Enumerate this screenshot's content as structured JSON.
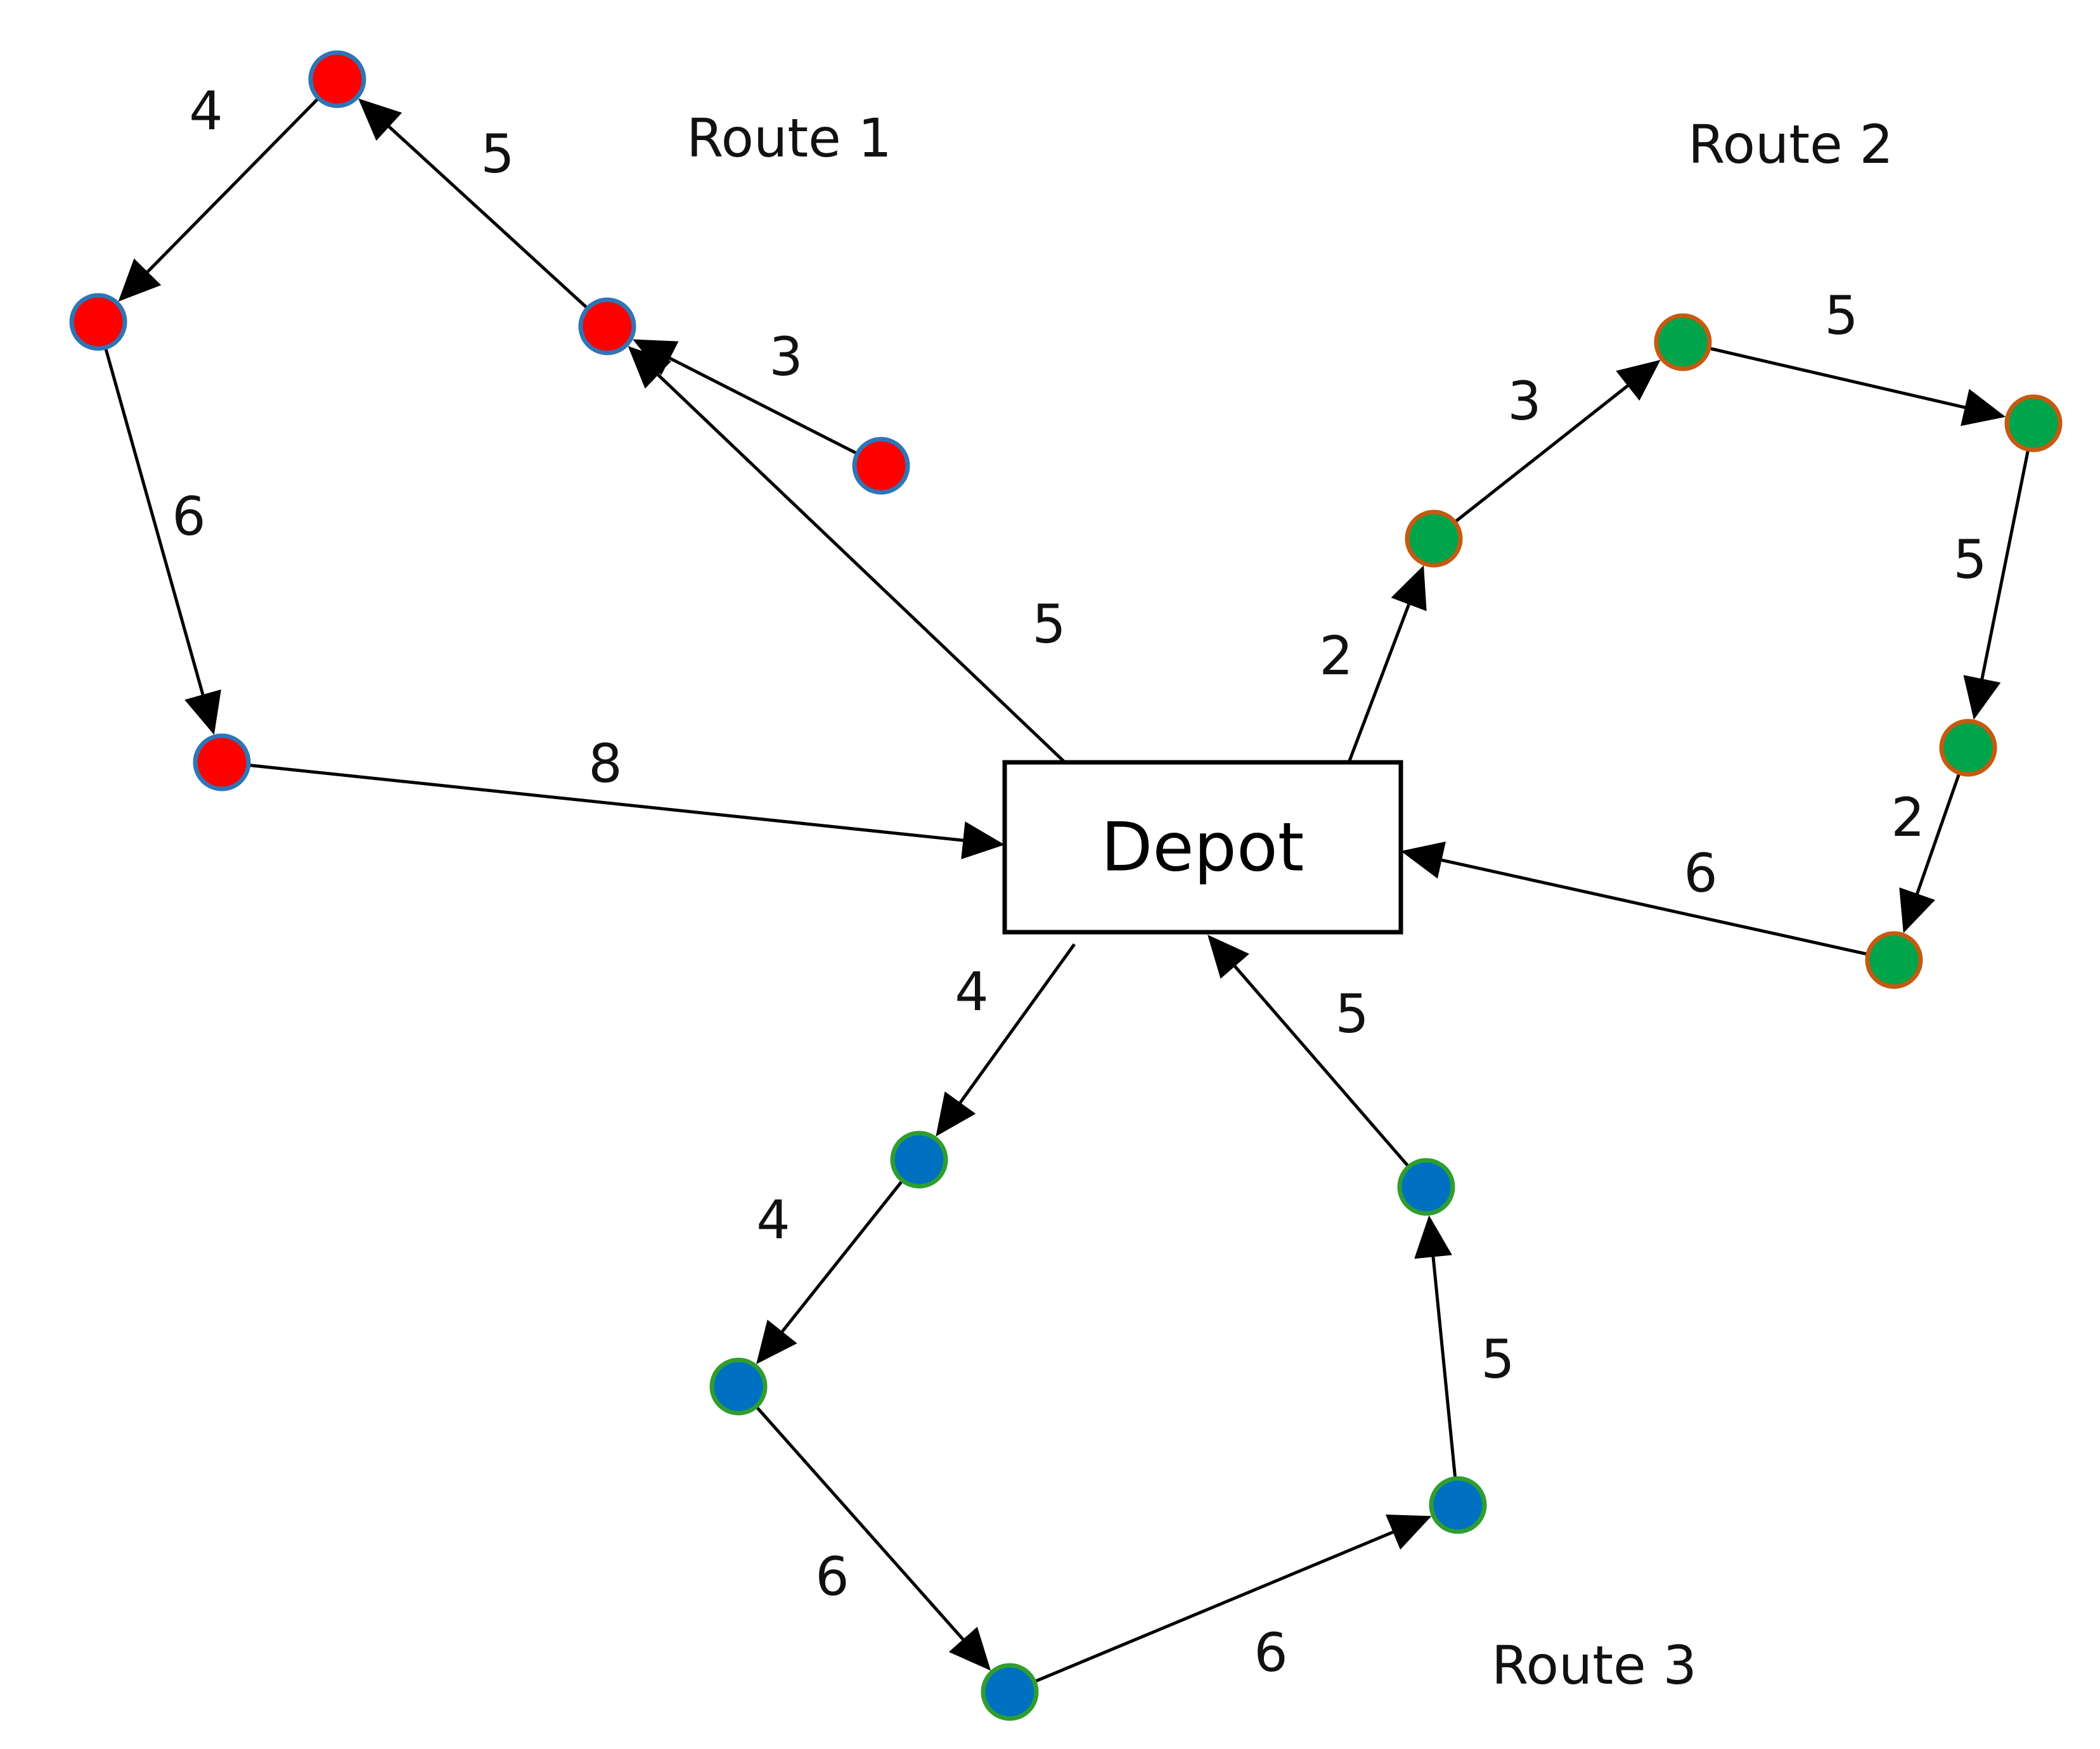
{
  "depot": {
    "label": "Depot"
  },
  "colors": {
    "route1_fill": "#ff0000",
    "route1_stroke": "#2e75b6",
    "route2_fill": "#00a44a",
    "route2_stroke": "#c55a11",
    "route3_fill": "#0070c0",
    "route3_stroke": "#2f9e2f",
    "edge": "#000000"
  },
  "routes": [
    {
      "id": "route1",
      "title": "Route 1",
      "color_key": "route1",
      "weights": [
        "5",
        "3",
        "5",
        "4",
        "6",
        "8"
      ]
    },
    {
      "id": "route2",
      "title": "Route 2",
      "color_key": "route2",
      "weights": [
        "2",
        "3",
        "5",
        "5",
        "2",
        "6"
      ]
    },
    {
      "id": "route3",
      "title": "Route 3",
      "color_key": "route3",
      "weights": [
        "4",
        "4",
        "6",
        "6",
        "5",
        "5"
      ]
    }
  ]
}
